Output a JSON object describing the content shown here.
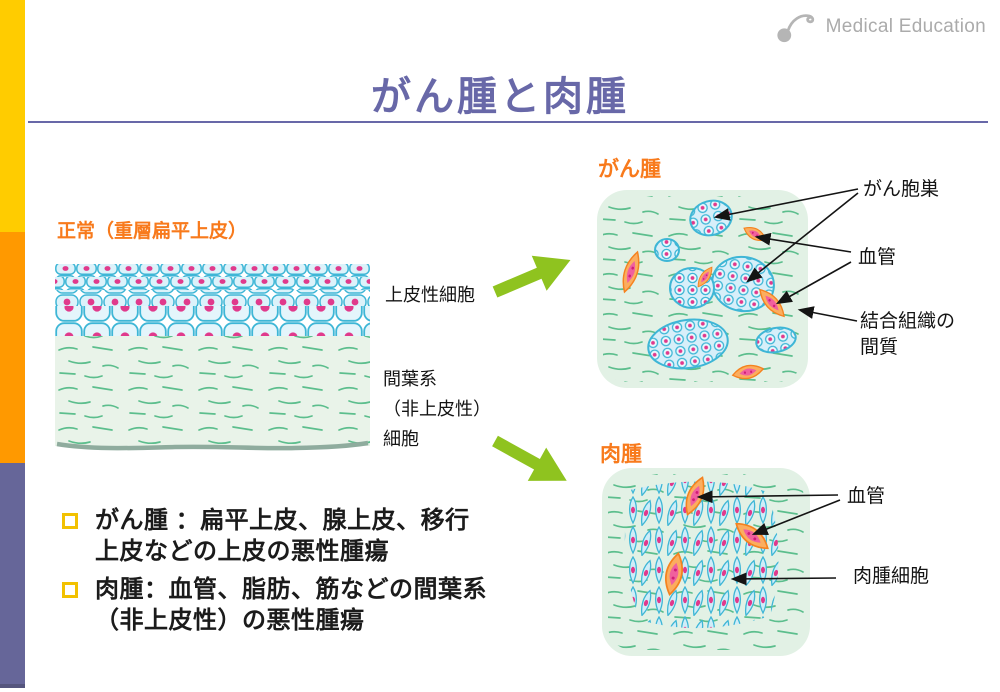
{
  "slide": {
    "logo_text": "Medical Education",
    "title": "がん腫と肉腫"
  },
  "normal_panel": {
    "heading": "正常（重層扁平上皮）",
    "label_epithelial": "上皮性細胞",
    "label_mesenchymal_line1": "間葉系",
    "label_mesenchymal_line2": "（非上皮性）",
    "label_mesenchymal_line3": "細胞"
  },
  "carcinoma_panel": {
    "heading": "がん腫",
    "label_nest": "がん胞巣",
    "label_vessel": "血管",
    "label_stroma_line1": "結合組織の",
    "label_stroma_line2": "間質"
  },
  "sarcoma_panel": {
    "heading": "肉腫",
    "label_vessel": "血管",
    "label_cell": "肉腫細胞"
  },
  "bullets": [
    {
      "line1": "がん腫 ：扁平上皮、腺上皮、移行",
      "line2": "上皮などの上皮の悪性腫瘍"
    },
    {
      "line1": "肉腫：血管、脂肪、筋などの間葉系",
      "line2": "（非上皮性）の悪性腫瘍"
    }
  ],
  "colors": {
    "title_purple": "#6868A8",
    "heading_orange": "#F87A1C",
    "sidebar_yellow": "#FFCC00",
    "sidebar_orange": "#FF9900",
    "sidebar_purple": "#666699",
    "green_arrow": "#8FC31F",
    "bullet_gold": "#F2C101",
    "logo_gray": "#ABABAB",
    "tissue_mint": "#E2F1E5",
    "fiber_green": "#5CBE8D",
    "cell_cyan": "#3EB6D6",
    "nucleus_pink": "#E03A8C",
    "vessel_orange": "#F5821F"
  }
}
